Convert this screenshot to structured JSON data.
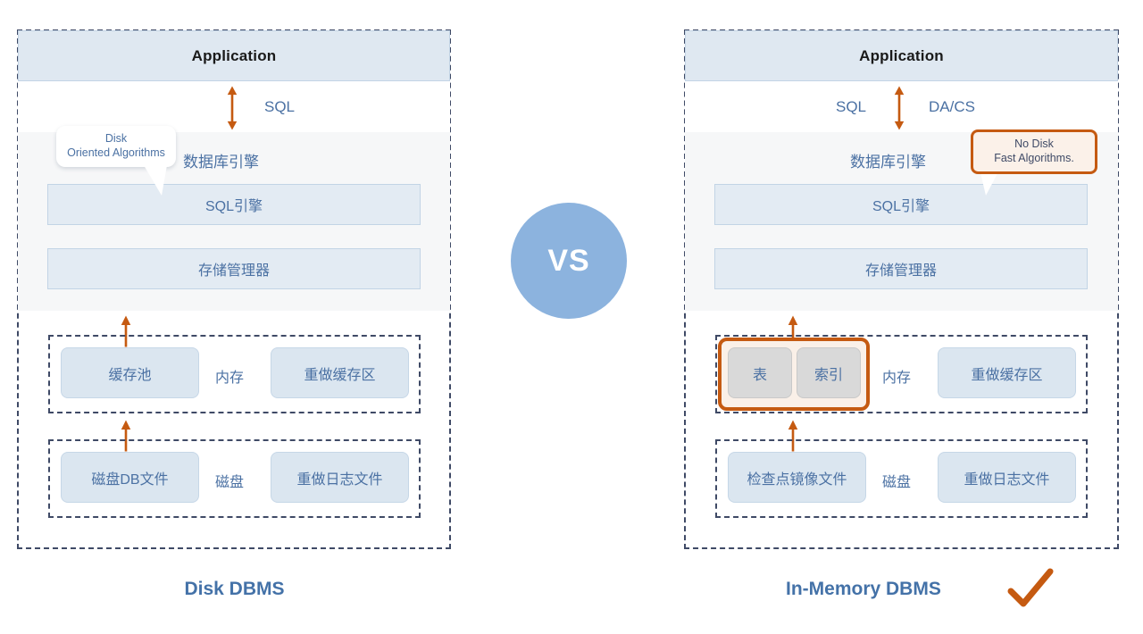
{
  "diagram": {
    "title_center": "VS",
    "accent_orange": "#c55a11",
    "accent_blue": "#4472a8",
    "vs_circle_color": "#8cb3de"
  },
  "left": {
    "caption": "Disk DBMS",
    "application": "Application",
    "interface_labels": [
      "SQL"
    ],
    "engine_label": "数据库引擎",
    "boxes": [
      {
        "label": "SQL引擎"
      },
      {
        "label": "存储管理器"
      }
    ],
    "callout": {
      "line1": "Disk",
      "line2": "Oriented Algorithms"
    },
    "memory_row": {
      "label": "内存",
      "left_item": "缓存池",
      "right_item": "重做缓存区"
    },
    "disk_row": {
      "label": "磁盘",
      "left_item": "磁盘DB文件",
      "right_item": "重做日志文件"
    }
  },
  "right": {
    "caption": "In-Memory DBMS",
    "caption_mark": "check-mark",
    "application": "Application",
    "interface_labels": [
      "SQL",
      "DA/CS"
    ],
    "engine_label": "数据库引擎",
    "boxes": [
      {
        "label": "SQL引擎"
      },
      {
        "label": "存储管理器"
      }
    ],
    "callout": {
      "line1": "No Disk",
      "line2": "Fast Algorithms."
    },
    "memory_row": {
      "label": "内存",
      "highlight_items": [
        "表",
        "索引"
      ],
      "right_item": "重做缓存区"
    },
    "disk_row": {
      "label": "磁盘",
      "left_item": "检查点镜像文件",
      "right_item": "重做日志文件"
    }
  }
}
